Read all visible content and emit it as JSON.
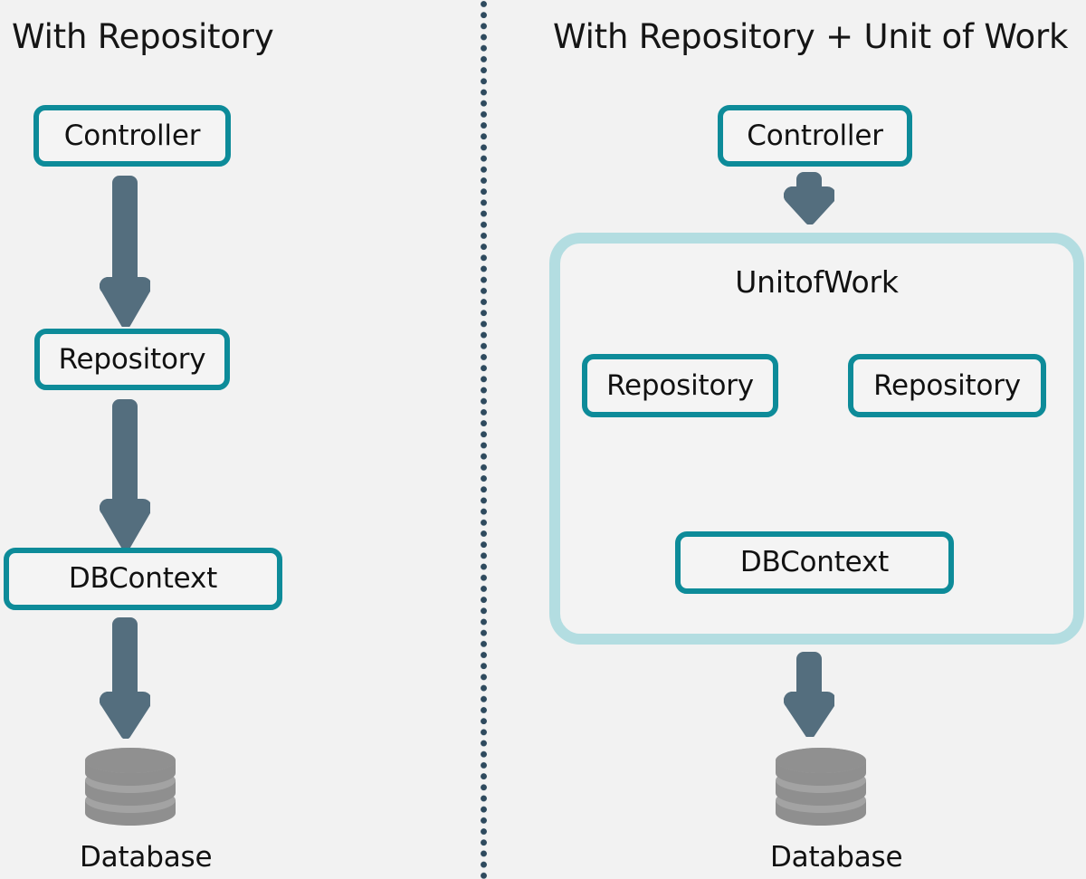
{
  "diagram": {
    "title_left": "With Repository",
    "title_right": "With Repository + Unit of Work",
    "background_color": "#f2f2f2",
    "accent_color": "#0d8b99",
    "container_color": "#b3dde1",
    "arrow_color": "#546e7e",
    "database_color": "#8c8c8c",
    "divider_color": "#2e4a5e"
  },
  "left_panel": {
    "controller": "Controller",
    "repository": "Repository",
    "dbcontext": "DBContext",
    "database_label": "Database"
  },
  "right_panel": {
    "controller": "Controller",
    "unit_of_work": "UnitofWork",
    "repository_1": "Repository",
    "repository_2": "Repository",
    "dbcontext": "DBContext",
    "database_label": "Database"
  },
  "icons": {
    "arrow_down": "arrow-down-icon",
    "database": "database-cylinder-icon",
    "divider": "dotted-vertical-divider"
  }
}
